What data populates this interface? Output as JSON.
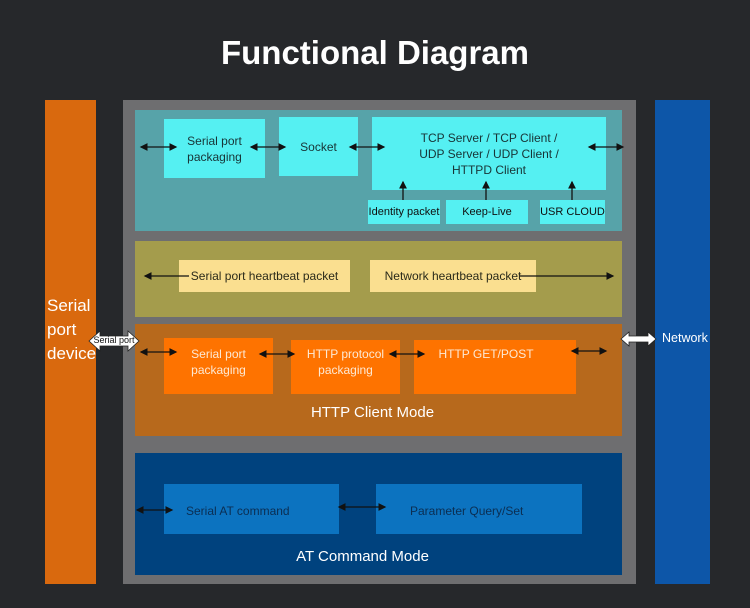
{
  "title": "Functional Diagram",
  "left_device": {
    "label_lines": [
      "Serial",
      "port",
      "device"
    ],
    "connector_label": "Serial port",
    "color": "#d9690e"
  },
  "right_device": {
    "label": "Network",
    "color": "#0d56a8"
  },
  "sections": {
    "socket_mode": {
      "color": "#57a3a9",
      "boxes": {
        "serial_port_packaging": "Serial port packaging",
        "socket": "Socket",
        "protocols": "TCP Server / TCP Client / UDP Server / UDP Client / HTTPD Client",
        "identity_packet": "Identity packet",
        "keep_live": "Keep-Live",
        "usr_cloud": "USR CLOUD"
      }
    },
    "heartbeat": {
      "color": "#a49c4c",
      "boxes": {
        "serial_heartbeat": "Serial port heartbeat packet",
        "network_heartbeat": "Network heartbeat packet"
      }
    },
    "http_client_mode": {
      "color": "#b7691c",
      "label": "HTTP Client Mode",
      "boxes": {
        "serial_port_packaging": "Serial port packaging",
        "http_protocol_packaging": "HTTP protocol packaging",
        "http_get_post": "HTTP GET/POST"
      }
    },
    "at_command_mode": {
      "color": "#00427e",
      "label": "AT Command Mode",
      "boxes": {
        "serial_at_command": "Serial AT command",
        "parameter_query_set": "Parameter Query/Set"
      }
    }
  }
}
